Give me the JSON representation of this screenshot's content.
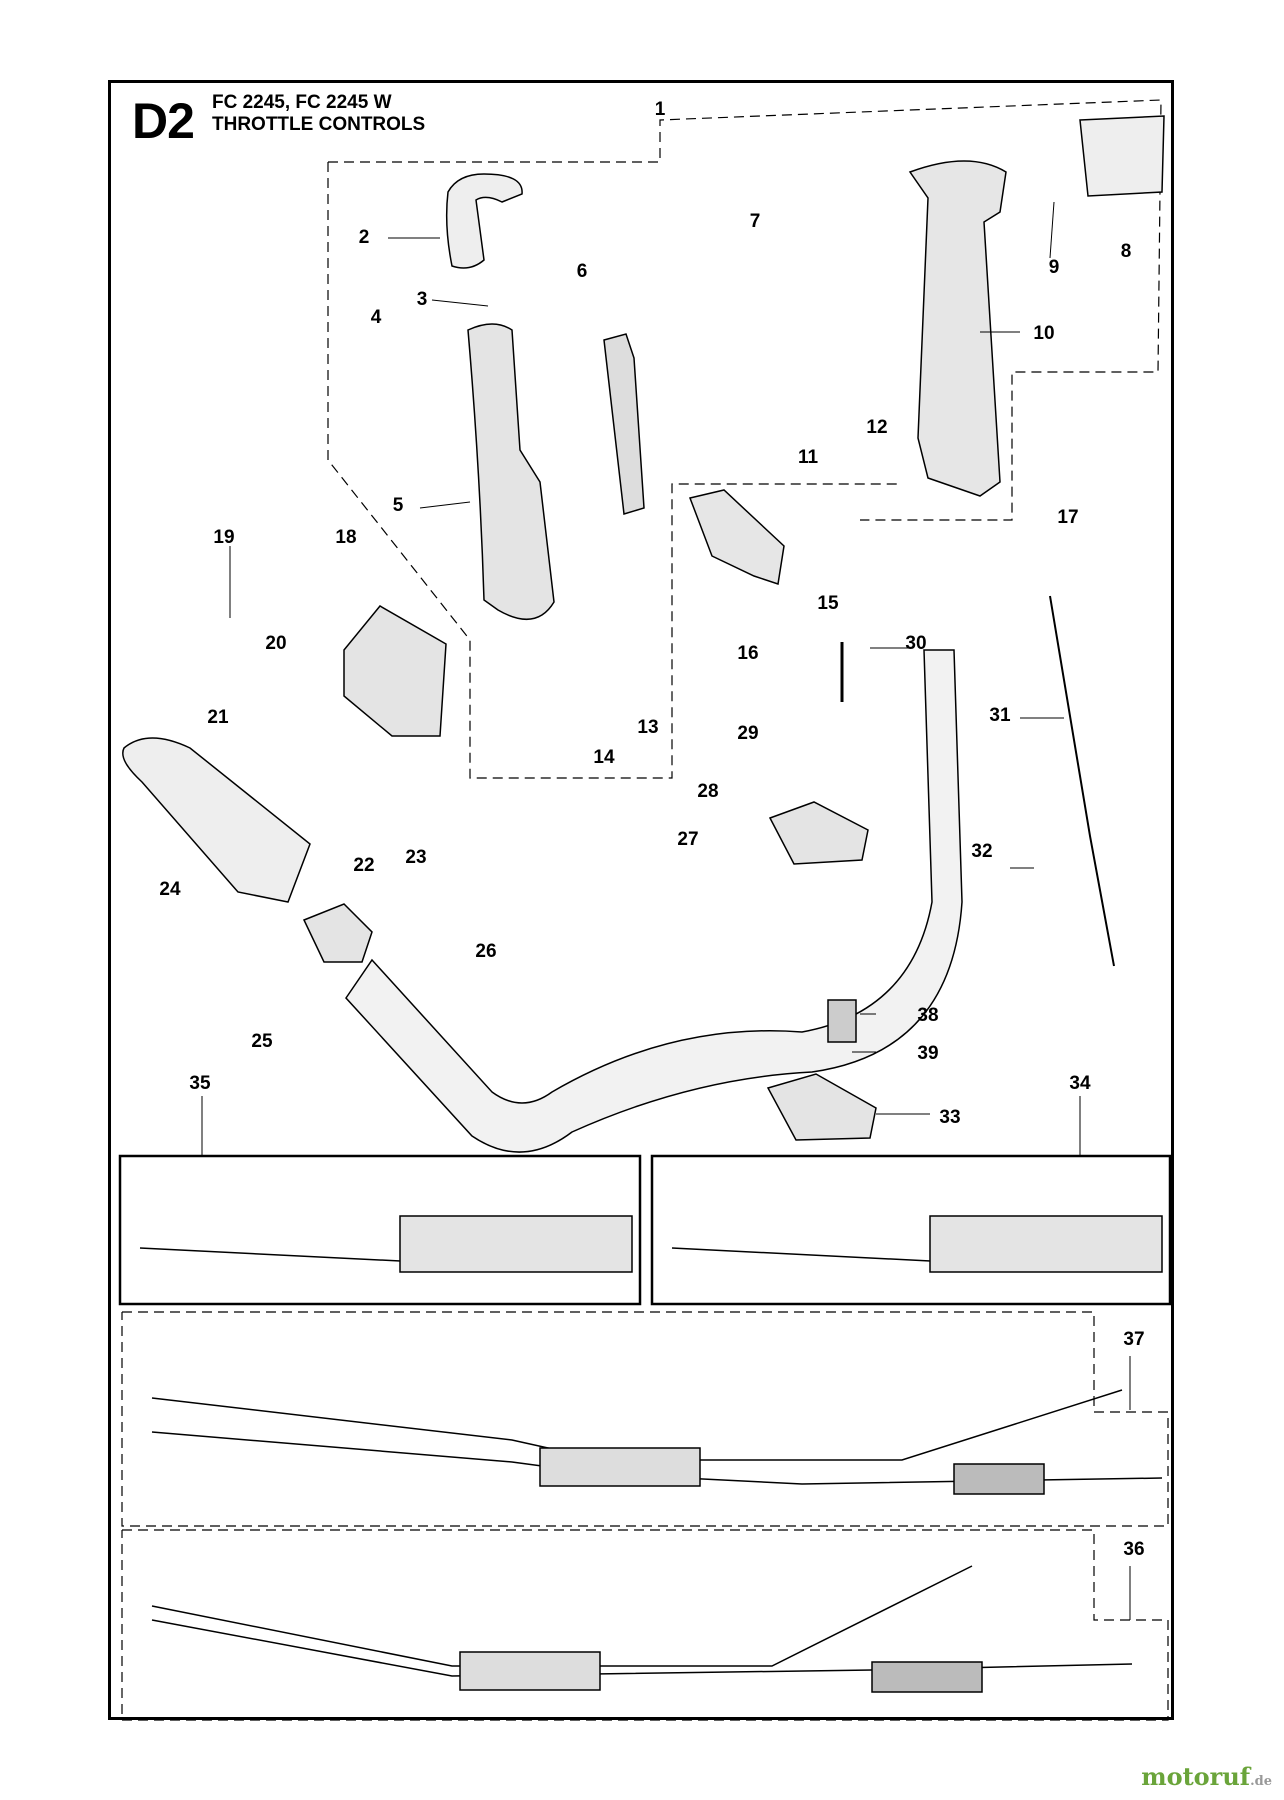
{
  "header": {
    "code": "D2",
    "models": "FC 2245, FC 2245 W",
    "title": "THROTTLE CONTROLS"
  },
  "callouts": [
    "1",
    "2",
    "3",
    "4",
    "5",
    "6",
    "7",
    "8",
    "9",
    "10",
    "11",
    "12",
    "13",
    "14",
    "15",
    "16",
    "17",
    "18",
    "19",
    "20",
    "21",
    "22",
    "23",
    "24",
    "25",
    "26",
    "27",
    "28",
    "29",
    "30",
    "31",
    "32",
    "33",
    "34",
    "35",
    "36",
    "37",
    "38",
    "39"
  ],
  "watermark": {
    "text": "motoruf",
    "suffix": ".de"
  }
}
